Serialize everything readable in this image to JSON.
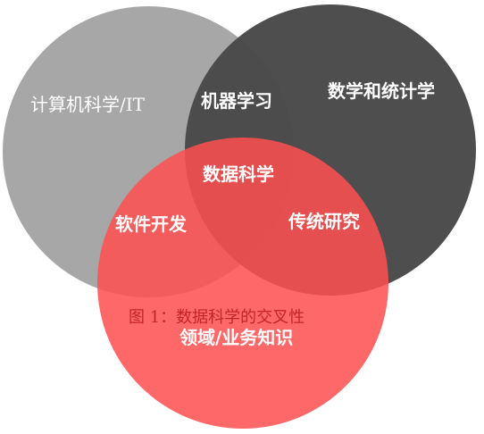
{
  "diagram": {
    "circles": [
      {
        "id": "cs",
        "label": "计算机科学/IT",
        "color": "#8e8e8e",
        "opacity": 0.78
      },
      {
        "id": "math",
        "label": "数学和统计学",
        "color": "#4a4a4a",
        "opacity": 0.98
      },
      {
        "id": "domain",
        "label": "领域/业务知识",
        "color": "#ff4f4f",
        "opacity": 0.86
      }
    ],
    "overlaps": {
      "cs_math": "机器学习",
      "cs_domain": "软件开发",
      "math_domain": "传统研究",
      "center": "数据科学"
    },
    "caption": "图 1：数据科学的交叉性"
  }
}
